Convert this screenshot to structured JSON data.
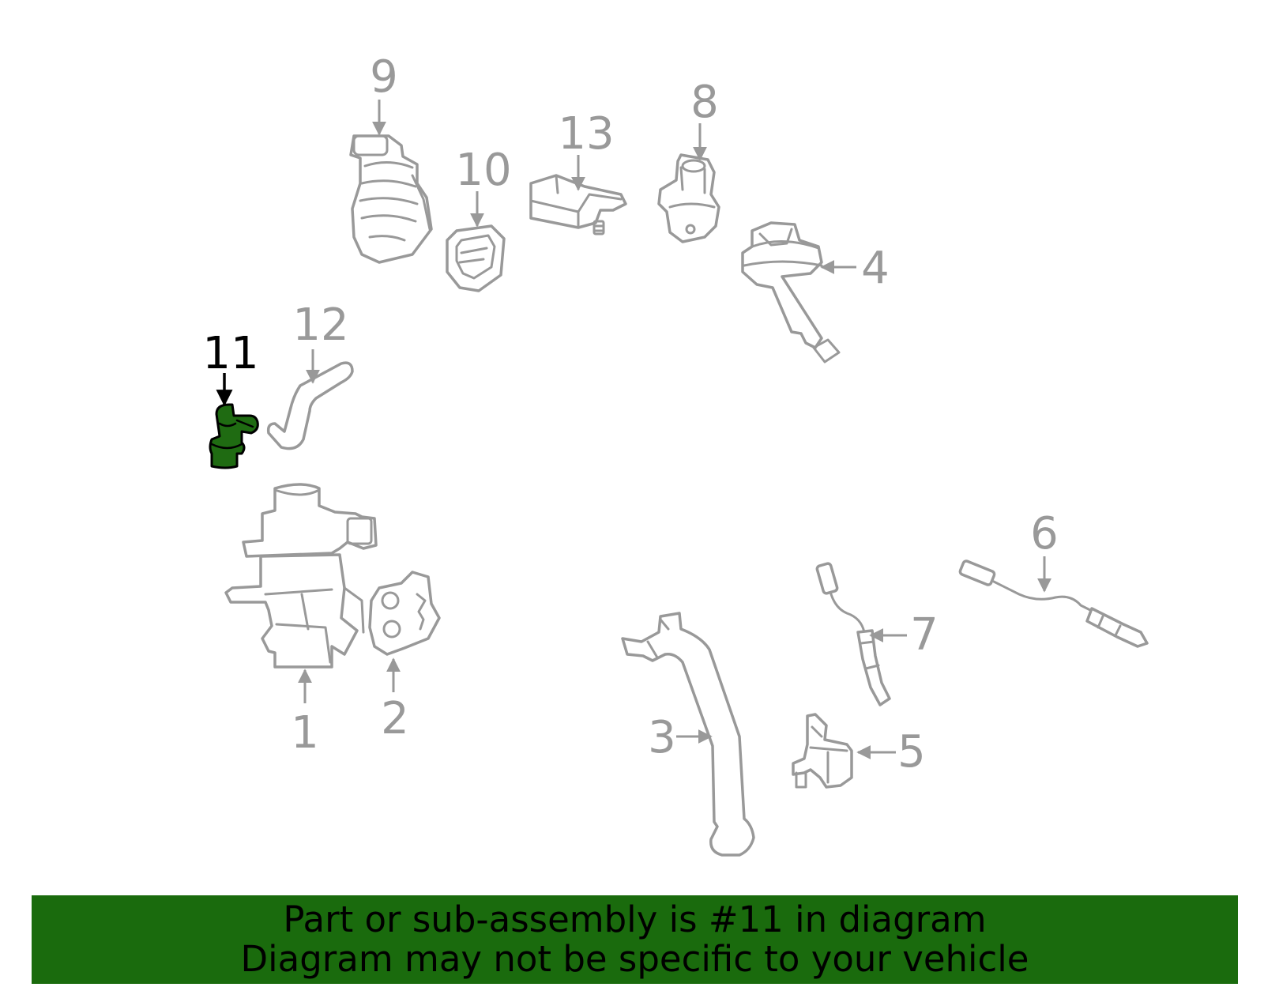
{
  "diagram": {
    "highlight_color": "#1a6b0d",
    "highlighted_part": "11",
    "callouts": [
      {
        "id": "1",
        "label": "1"
      },
      {
        "id": "2",
        "label": "2"
      },
      {
        "id": "3",
        "label": "3"
      },
      {
        "id": "4",
        "label": "4"
      },
      {
        "id": "5",
        "label": "5"
      },
      {
        "id": "6",
        "label": "6"
      },
      {
        "id": "7",
        "label": "7"
      },
      {
        "id": "8",
        "label": "8"
      },
      {
        "id": "9",
        "label": "9"
      },
      {
        "id": "10",
        "label": "10"
      },
      {
        "id": "11",
        "label": "11"
      },
      {
        "id": "12",
        "label": "12"
      },
      {
        "id": "13",
        "label": "13"
      }
    ]
  },
  "banner": {
    "line1": "Part or sub-assembly is #11 in diagram",
    "line2": "Diagram may not be specific to your vehicle"
  }
}
